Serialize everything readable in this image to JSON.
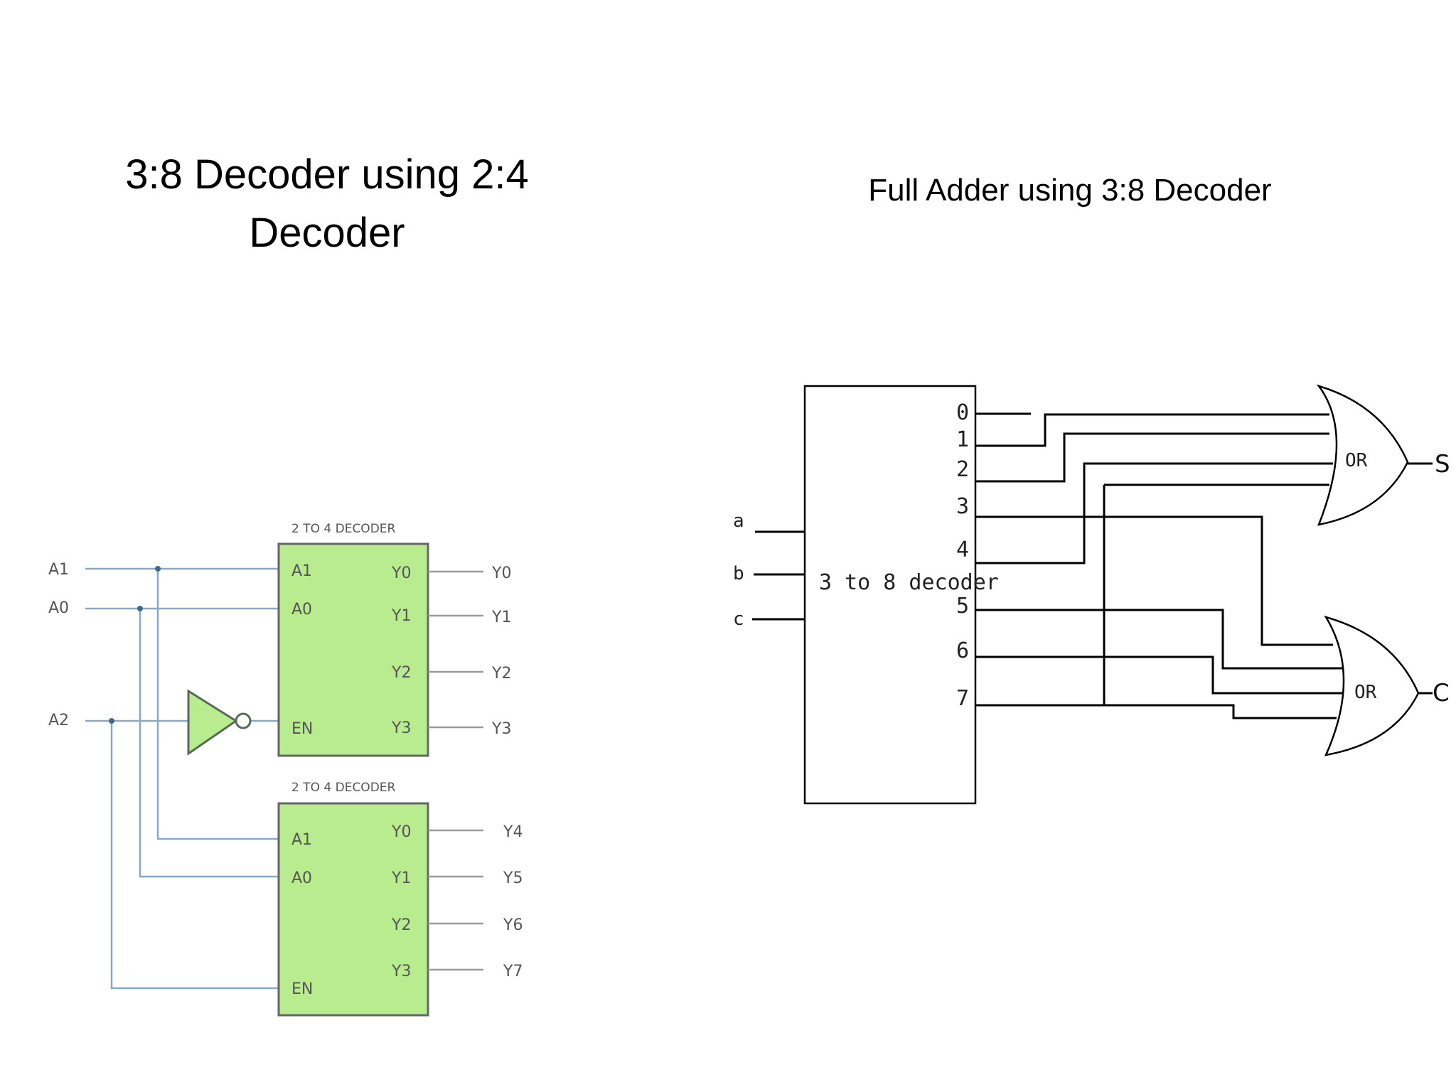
{
  "left": {
    "title_line1": "3:8 Decoder using 2:4",
    "title_line2": "Decoder",
    "inputs": [
      "A1",
      "A0",
      "A2"
    ],
    "decoder1": {
      "caption": "2 TO 4 DECODER",
      "inputs": [
        "A1",
        "A0",
        "EN"
      ],
      "outputs": [
        "Y0",
        "Y1",
        "Y2",
        "Y3"
      ],
      "output_labels": [
        "Y0",
        "Y1",
        "Y2",
        "Y3"
      ]
    },
    "decoder2": {
      "caption": "2 TO 4 DECODER",
      "inputs": [
        "A1",
        "A0",
        "EN"
      ],
      "outputs": [
        "Y0",
        "Y1",
        "Y2",
        "Y3"
      ],
      "output_labels": [
        "Y4",
        "Y5",
        "Y6",
        "Y7"
      ]
    },
    "box_color": "#b8ec8e"
  },
  "right": {
    "title": "Full Adder using 3:8 Decoder",
    "decoder_label": "3 to 8 decoder",
    "inputs": [
      "a",
      "b",
      "c"
    ],
    "outputs": [
      "0",
      "1",
      "2",
      "3",
      "4",
      "5",
      "6",
      "7"
    ],
    "gates": [
      {
        "label": "OR",
        "output": "S"
      },
      {
        "label": "OR",
        "output": "C"
      }
    ]
  }
}
